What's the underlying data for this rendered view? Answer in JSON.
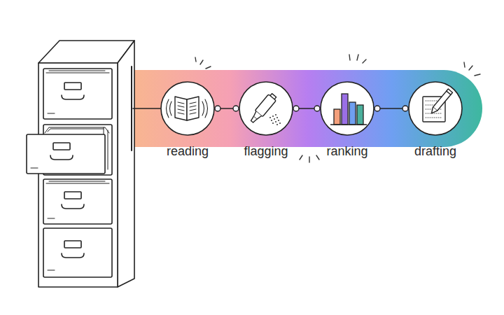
{
  "diagram": {
    "nodes": [
      {
        "text": [
          "reading"
        ]
      },
      {
        "text": [
          "flagging"
        ]
      },
      {
        "text": [
          "ranking"
        ]
      },
      {
        "text": [
          "drafting"
        ]
      }
    ],
    "edges": [
      {
        "from": 0,
        "to": 1,
        "arrow": "none"
      },
      {
        "from": 1,
        "to": 2,
        "arrow": "none"
      },
      {
        "from": 2,
        "to": 3,
        "arrow": "none"
      }
    ]
  }
}
